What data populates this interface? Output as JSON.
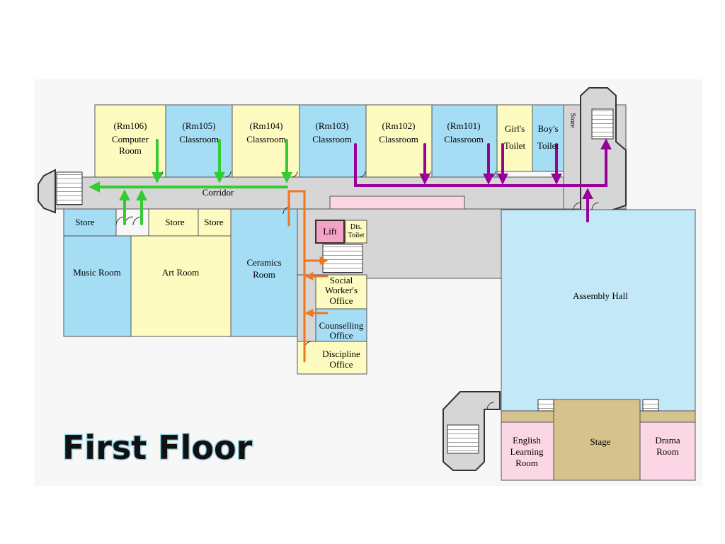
{
  "title": "First Floor",
  "colors": {
    "yellow_room": "#fdfbbf",
    "blue_room": "#a5ddf4",
    "corridor": "#d6d6d6",
    "pink_room": "#fbd7e5",
    "lift": "#f6a1c7",
    "stage": "#d6c28d",
    "green_route": "#33cc33",
    "purple_route": "#990099",
    "orange_route": "#ee7722"
  },
  "rooms": {
    "rm106_number": "(Rm106)",
    "rm106_line1": "Computer",
    "rm106_line2": "Room",
    "rm105_number": "(Rm105)",
    "rm105_name": "Classroom",
    "rm104_number": "(Rm104)",
    "rm104_name": "Classroom",
    "rm103_number": "(Rm103)",
    "rm103_name": "Classroom",
    "rm102_number": "(Rm102)",
    "rm102_name": "Classroom",
    "rm101_number": "(Rm101)",
    "rm101_name": "Classroom",
    "girls_toilet_line1": "Girl's",
    "girls_toilet_line2": "Toilet",
    "boys_toilet_line1": "Boy's",
    "boys_toilet_line2": "Toilet",
    "store_top": "Store",
    "corridor": "Corridor",
    "store_left": "Store",
    "store_mid": "Store",
    "store_right": "Store",
    "music_room": "Music Room",
    "art_room": "Art Room",
    "ceramics_line1": "Ceramics",
    "ceramics_line2": "Room",
    "lift": "Lift",
    "dis_toilet_line1": "Dis.",
    "dis_toilet_line2": "Toilet",
    "social_line1": "Social",
    "social_line2": "Worker's",
    "social_line3": "Office",
    "counselling_line1": "Counselling",
    "counselling_line2": "Office",
    "discipline_line1": "Discipline",
    "discipline_line2": "Office",
    "assembly_hall": "Assembly Hall",
    "stage": "Stage",
    "english_line1": "English",
    "english_line2": "Learning",
    "english_line3": "Room",
    "drama_line1": "Drama",
    "drama_line2": "Room"
  }
}
